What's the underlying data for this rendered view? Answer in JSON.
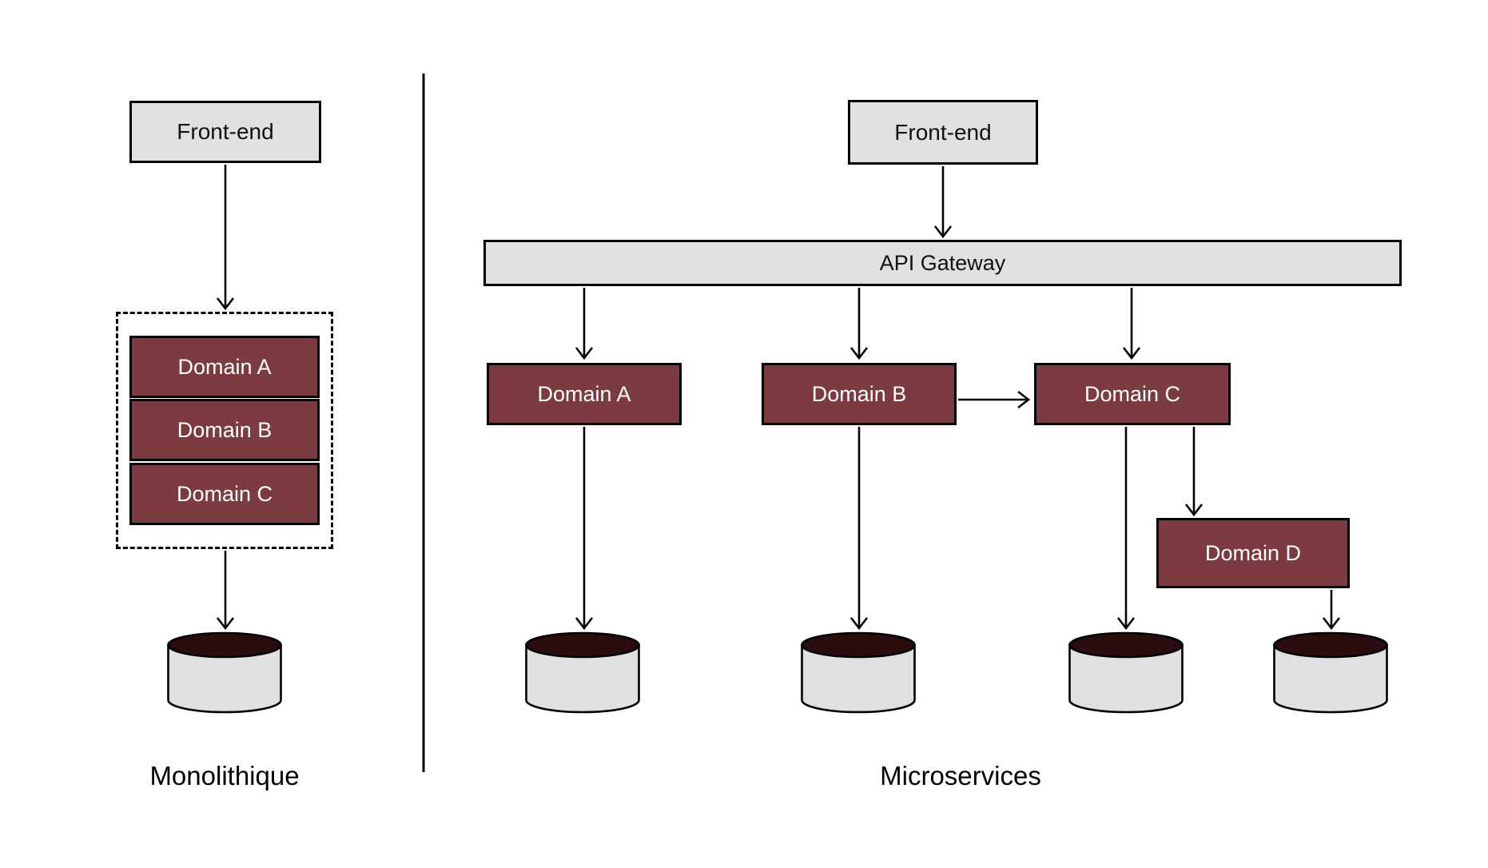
{
  "diagram": {
    "left": {
      "frontend_label": "Front-end",
      "monolith_domains": [
        {
          "label": "Domain A"
        },
        {
          "label": "Domain B"
        },
        {
          "label": "Domain C"
        }
      ],
      "caption": "Monolithique"
    },
    "right": {
      "frontend_label": "Front-end",
      "gateway_label": "API Gateway",
      "services": [
        {
          "label": "Domain A"
        },
        {
          "label": "Domain B"
        },
        {
          "label": "Domain C"
        },
        {
          "label": "Domain D"
        }
      ],
      "caption": "Microservices"
    },
    "colors": {
      "box_gray": "#e0e0e0",
      "service_red": "#7c3b40",
      "db_top": "#2b0d10",
      "stroke": "#000000"
    }
  }
}
